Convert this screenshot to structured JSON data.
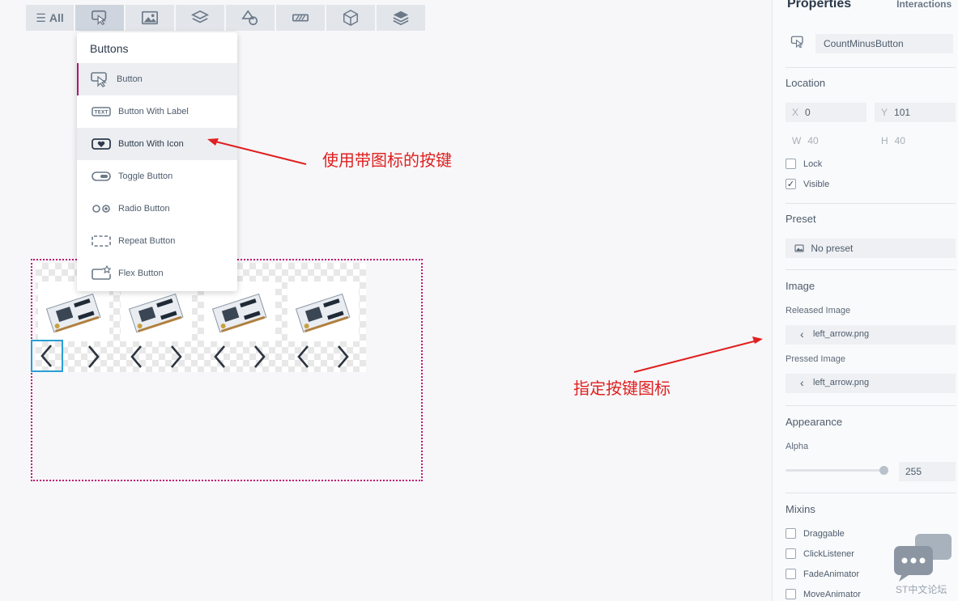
{
  "toolbar": {
    "all_label": "All",
    "tabs": [
      "button-category",
      "image-category",
      "container-category",
      "shapes-category",
      "progress-category",
      "3d-category",
      "layers-category"
    ]
  },
  "menu": {
    "title": "Buttons",
    "items": [
      {
        "label": "Button",
        "icon": "button-pointer-icon"
      },
      {
        "label": "Button With Label",
        "icon": "text-button-icon"
      },
      {
        "label": "Button With Icon",
        "icon": "heart-button-icon"
      },
      {
        "label": "Toggle Button",
        "icon": "toggle-icon"
      },
      {
        "label": "Radio Button",
        "icon": "radio-icon"
      },
      {
        "label": "Repeat Button",
        "icon": "repeat-button-icon"
      },
      {
        "label": "Flex Button",
        "icon": "flex-button-icon"
      }
    ]
  },
  "annotations": {
    "note1": "使用带图标的按键",
    "note2": "指定按键图标"
  },
  "panel": {
    "tab_properties": "Properties",
    "tab_interactions": "Interactions",
    "widget_name": "CountMinusButton",
    "location": {
      "title": "Location",
      "x_label": "X",
      "x": "0",
      "y_label": "Y",
      "y": "101",
      "w_label": "W",
      "w": "40",
      "h_label": "H",
      "h": "40",
      "lock": "Lock",
      "visible": "Visible"
    },
    "preset": {
      "title": "Preset",
      "value": "No preset"
    },
    "image": {
      "title": "Image",
      "released_label": "Released Image",
      "released_value": "left_arrow.png",
      "pressed_label": "Pressed Image",
      "pressed_value": "left_arrow.png"
    },
    "appearance": {
      "title": "Appearance",
      "alpha_label": "Alpha",
      "alpha_value": "255",
      "alpha_fraction": 1.0
    },
    "mixins": {
      "title": "Mixins",
      "items": [
        "Draggable",
        "ClickListener",
        "FadeAnimator",
        "MoveAnimator"
      ]
    }
  },
  "watermark": "ST中文论坛",
  "colors": {
    "accent": "#b0176e",
    "selection": "#2a9fd6",
    "annotation": "#e02020"
  }
}
